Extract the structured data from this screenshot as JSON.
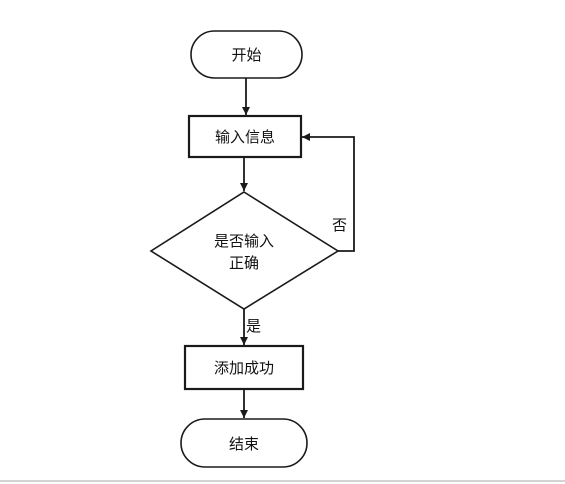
{
  "nodes": {
    "start": "开始",
    "input": "输入信息",
    "decision_line1": "是否输入",
    "decision_line2": "正确",
    "add": "添加成功",
    "end": "结束"
  },
  "edges": {
    "no_label": "否",
    "yes_label": "是"
  }
}
